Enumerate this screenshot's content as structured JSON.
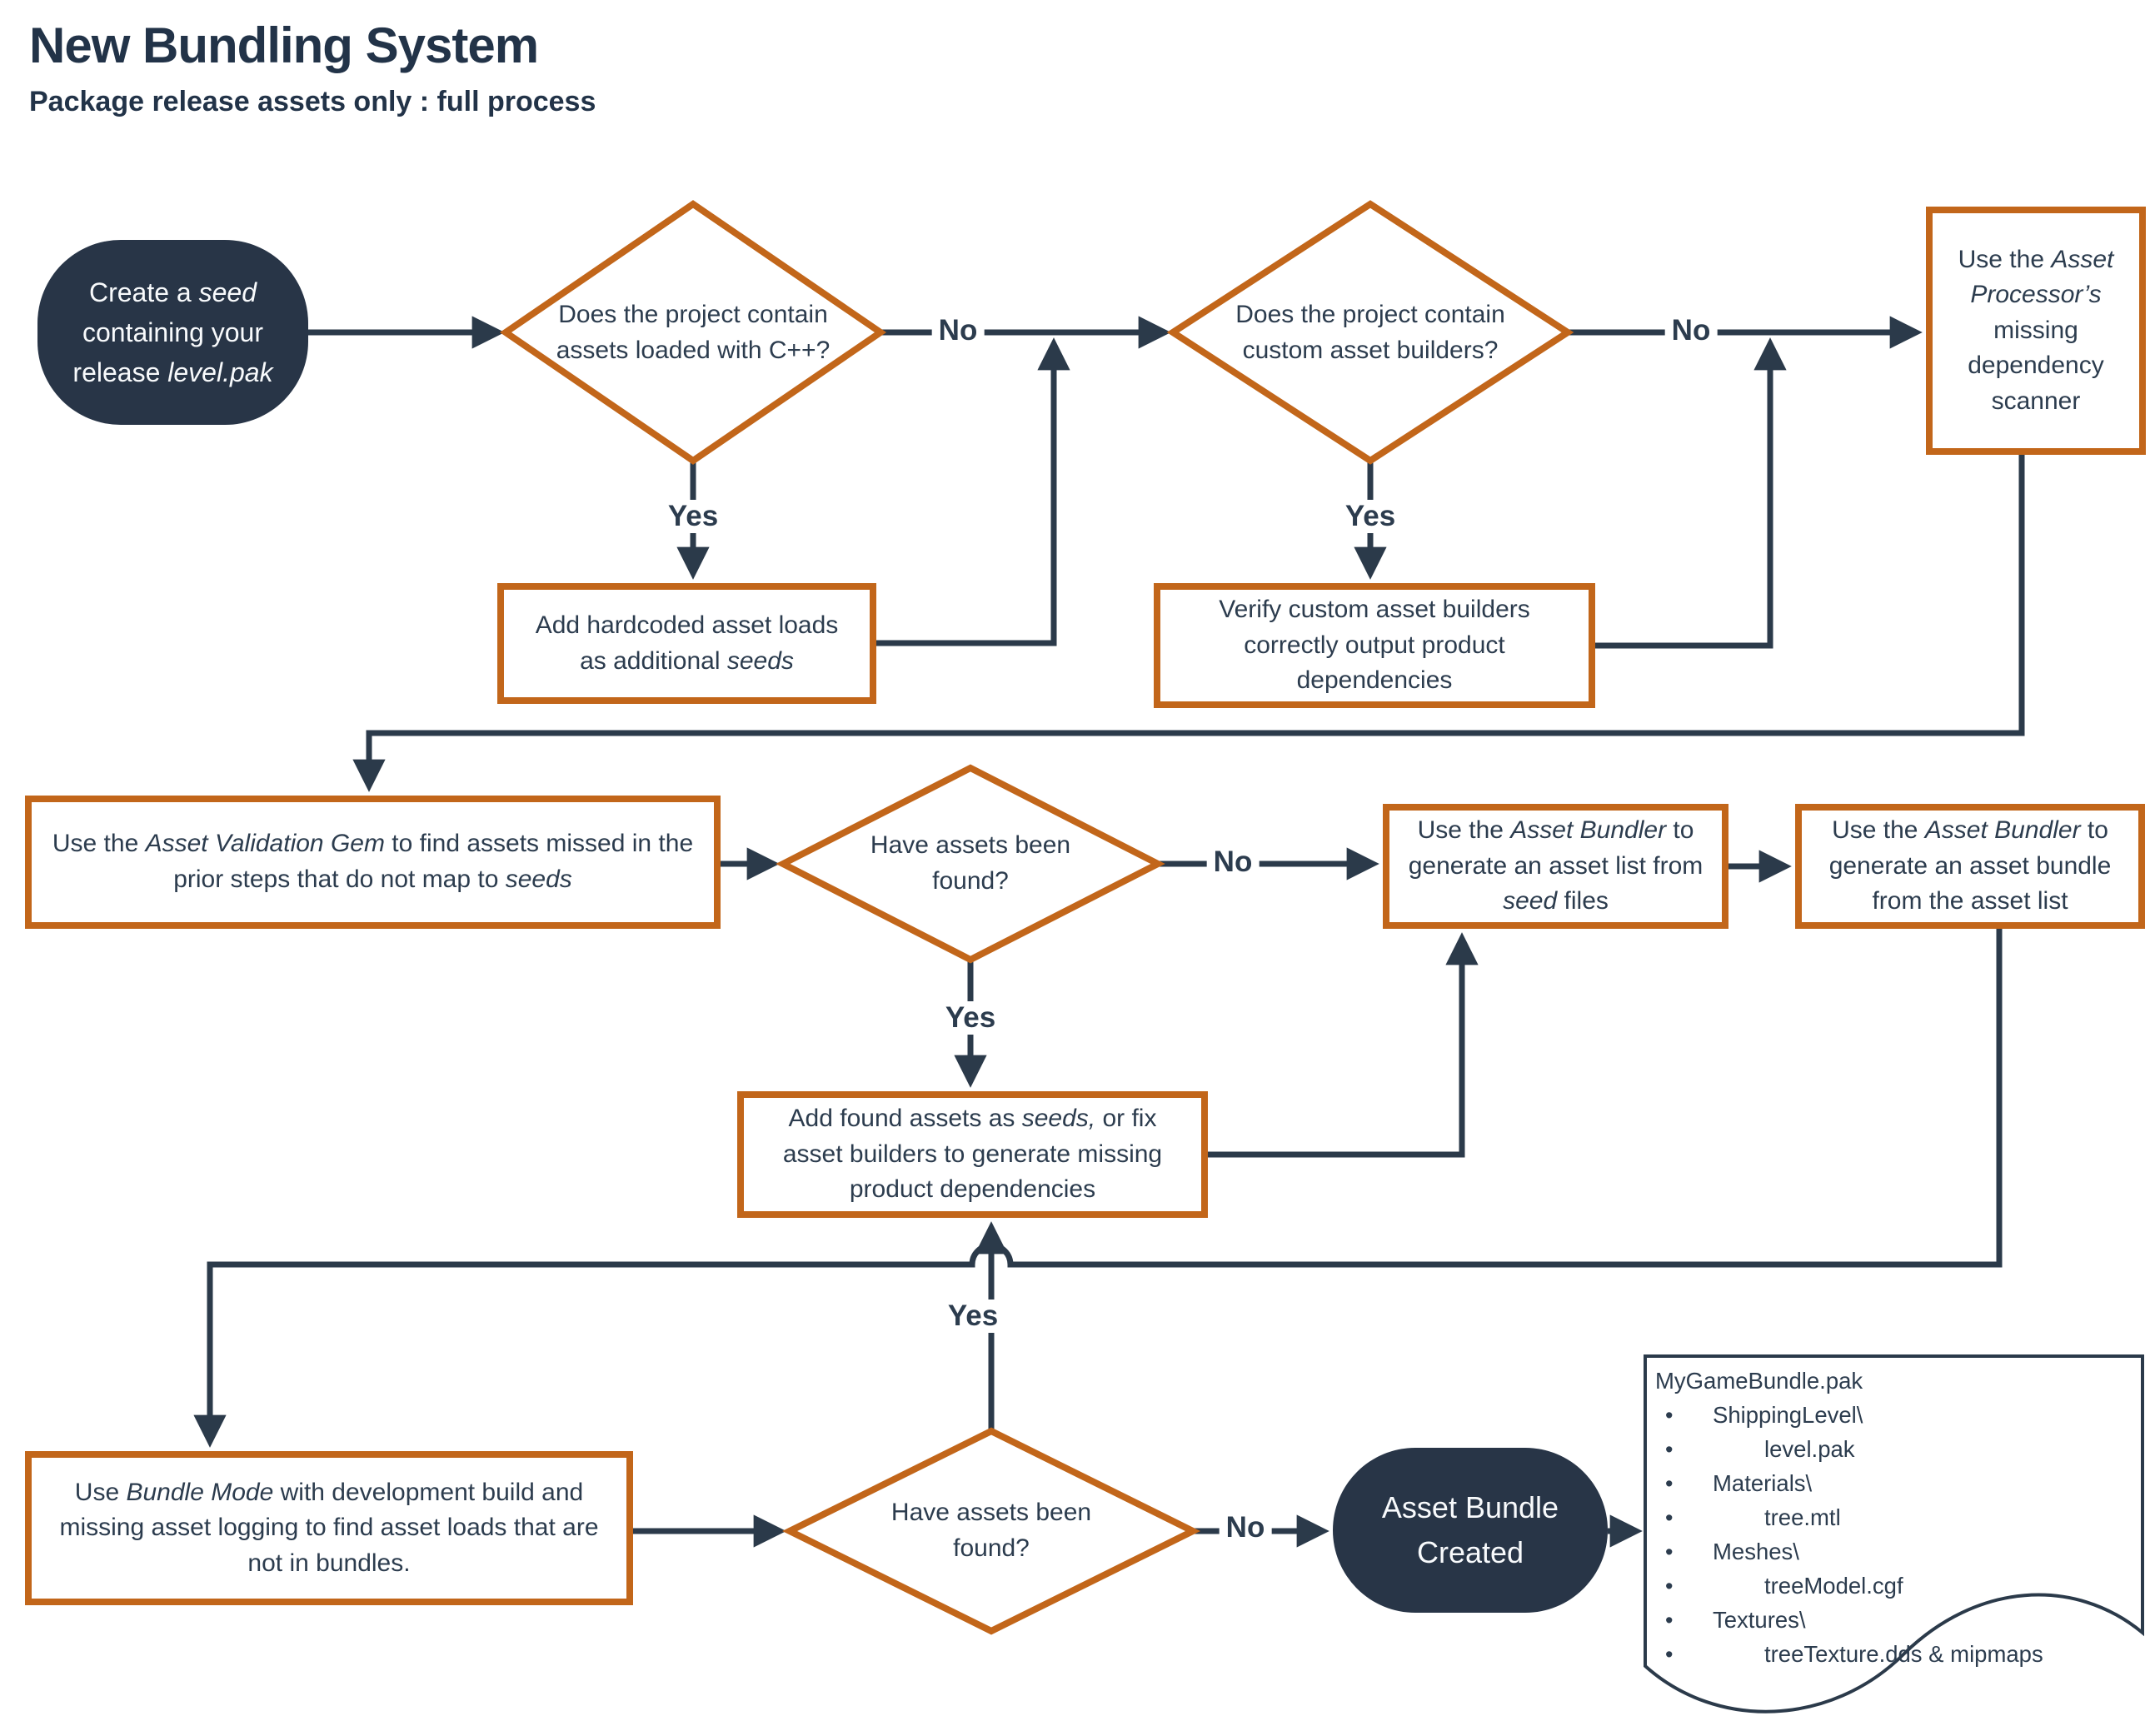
{
  "title": "New Bundling System",
  "subtitle": "Package release assets only : full process",
  "labels": {
    "yes": "Yes",
    "no": "No"
  },
  "colors": {
    "navy": "#2B3A4A",
    "orange": "#C2661A",
    "node_fill": "#283547",
    "text": "#2C3C4E",
    "bg": "#FFFFFF"
  },
  "nodes": {
    "start": {
      "runs": [
        {
          "t": "Create a "
        },
        {
          "t": "seed",
          "i": 1
        },
        {
          "br": 1
        },
        {
          "t": "containing your"
        },
        {
          "br": 1
        },
        {
          "t": "release "
        },
        {
          "t": "level.pak",
          "i": 1
        }
      ]
    },
    "decision_cpp": {
      "runs": [
        {
          "t": "Does the project contain assets loaded with C++?"
        }
      ]
    },
    "decision_builders": {
      "runs": [
        {
          "t": "Does the project contain custom asset builders?"
        }
      ]
    },
    "scanner": {
      "runs": [
        {
          "t": "Use the "
        },
        {
          "t": "Asset Processor’s",
          "i": 1
        },
        {
          "t": " missing dependency scanner"
        }
      ]
    },
    "hardcoded": {
      "runs": [
        {
          "t": "Add hardcoded asset loads as additional "
        },
        {
          "t": "seeds",
          "i": 1
        }
      ]
    },
    "verify": {
      "runs": [
        {
          "t": "Verify custom asset builders correctly output product dependencies"
        }
      ]
    },
    "validation": {
      "runs": [
        {
          "t": "Use the "
        },
        {
          "t": "Asset Validation Gem",
          "i": 1
        },
        {
          "t": " to find assets missed in the prior steps that do not map to "
        },
        {
          "t": "seeds",
          "i": 1
        }
      ]
    },
    "decision_found_1": {
      "runs": [
        {
          "t": "Have assets been found?"
        }
      ]
    },
    "asset_list": {
      "runs": [
        {
          "t": "Use the "
        },
        {
          "t": "Asset Bundler",
          "i": 1
        },
        {
          "t": " to generate an asset list from "
        },
        {
          "t": "seed",
          "i": 1
        },
        {
          "t": " files"
        }
      ]
    },
    "asset_bundle": {
      "runs": [
        {
          "t": "Use the "
        },
        {
          "t": "Asset Bundler",
          "i": 1
        },
        {
          "t": " to generate an asset bundle from the asset list"
        }
      ]
    },
    "add_found": {
      "runs": [
        {
          "t": "Add found assets as "
        },
        {
          "t": "seeds,",
          "i": 1
        },
        {
          "t": " or fix asset builders to generate missing product dependencies"
        }
      ]
    },
    "bundle_mode": {
      "runs": [
        {
          "t": "Use "
        },
        {
          "t": "Bundle Mode",
          "i": 1
        },
        {
          "t": " with development build and missing asset logging to find asset loads that are not in bundles."
        }
      ]
    },
    "decision_found_2": {
      "runs": [
        {
          "t": "Have assets been found?"
        }
      ]
    },
    "created": {
      "runs": [
        {
          "t": "Asset Bundle"
        },
        {
          "br": 1
        },
        {
          "t": "Created"
        }
      ]
    },
    "document": {
      "title": "MyGameBundle.pak",
      "bullet": "•",
      "items": [
        {
          "label": "ShippingLevel\\",
          "level": 1
        },
        {
          "label": "level.pak",
          "level": 2
        },
        {
          "label": "Materials\\",
          "level": 1
        },
        {
          "label": "tree.mtl",
          "level": 2
        },
        {
          "label": "Meshes\\",
          "level": 1
        },
        {
          "label": "treeModel.cgf",
          "level": 2
        },
        {
          "label": "Textures\\",
          "level": 1
        },
        {
          "label": "treeTexture.dds & mipmaps",
          "level": 2
        }
      ]
    }
  }
}
